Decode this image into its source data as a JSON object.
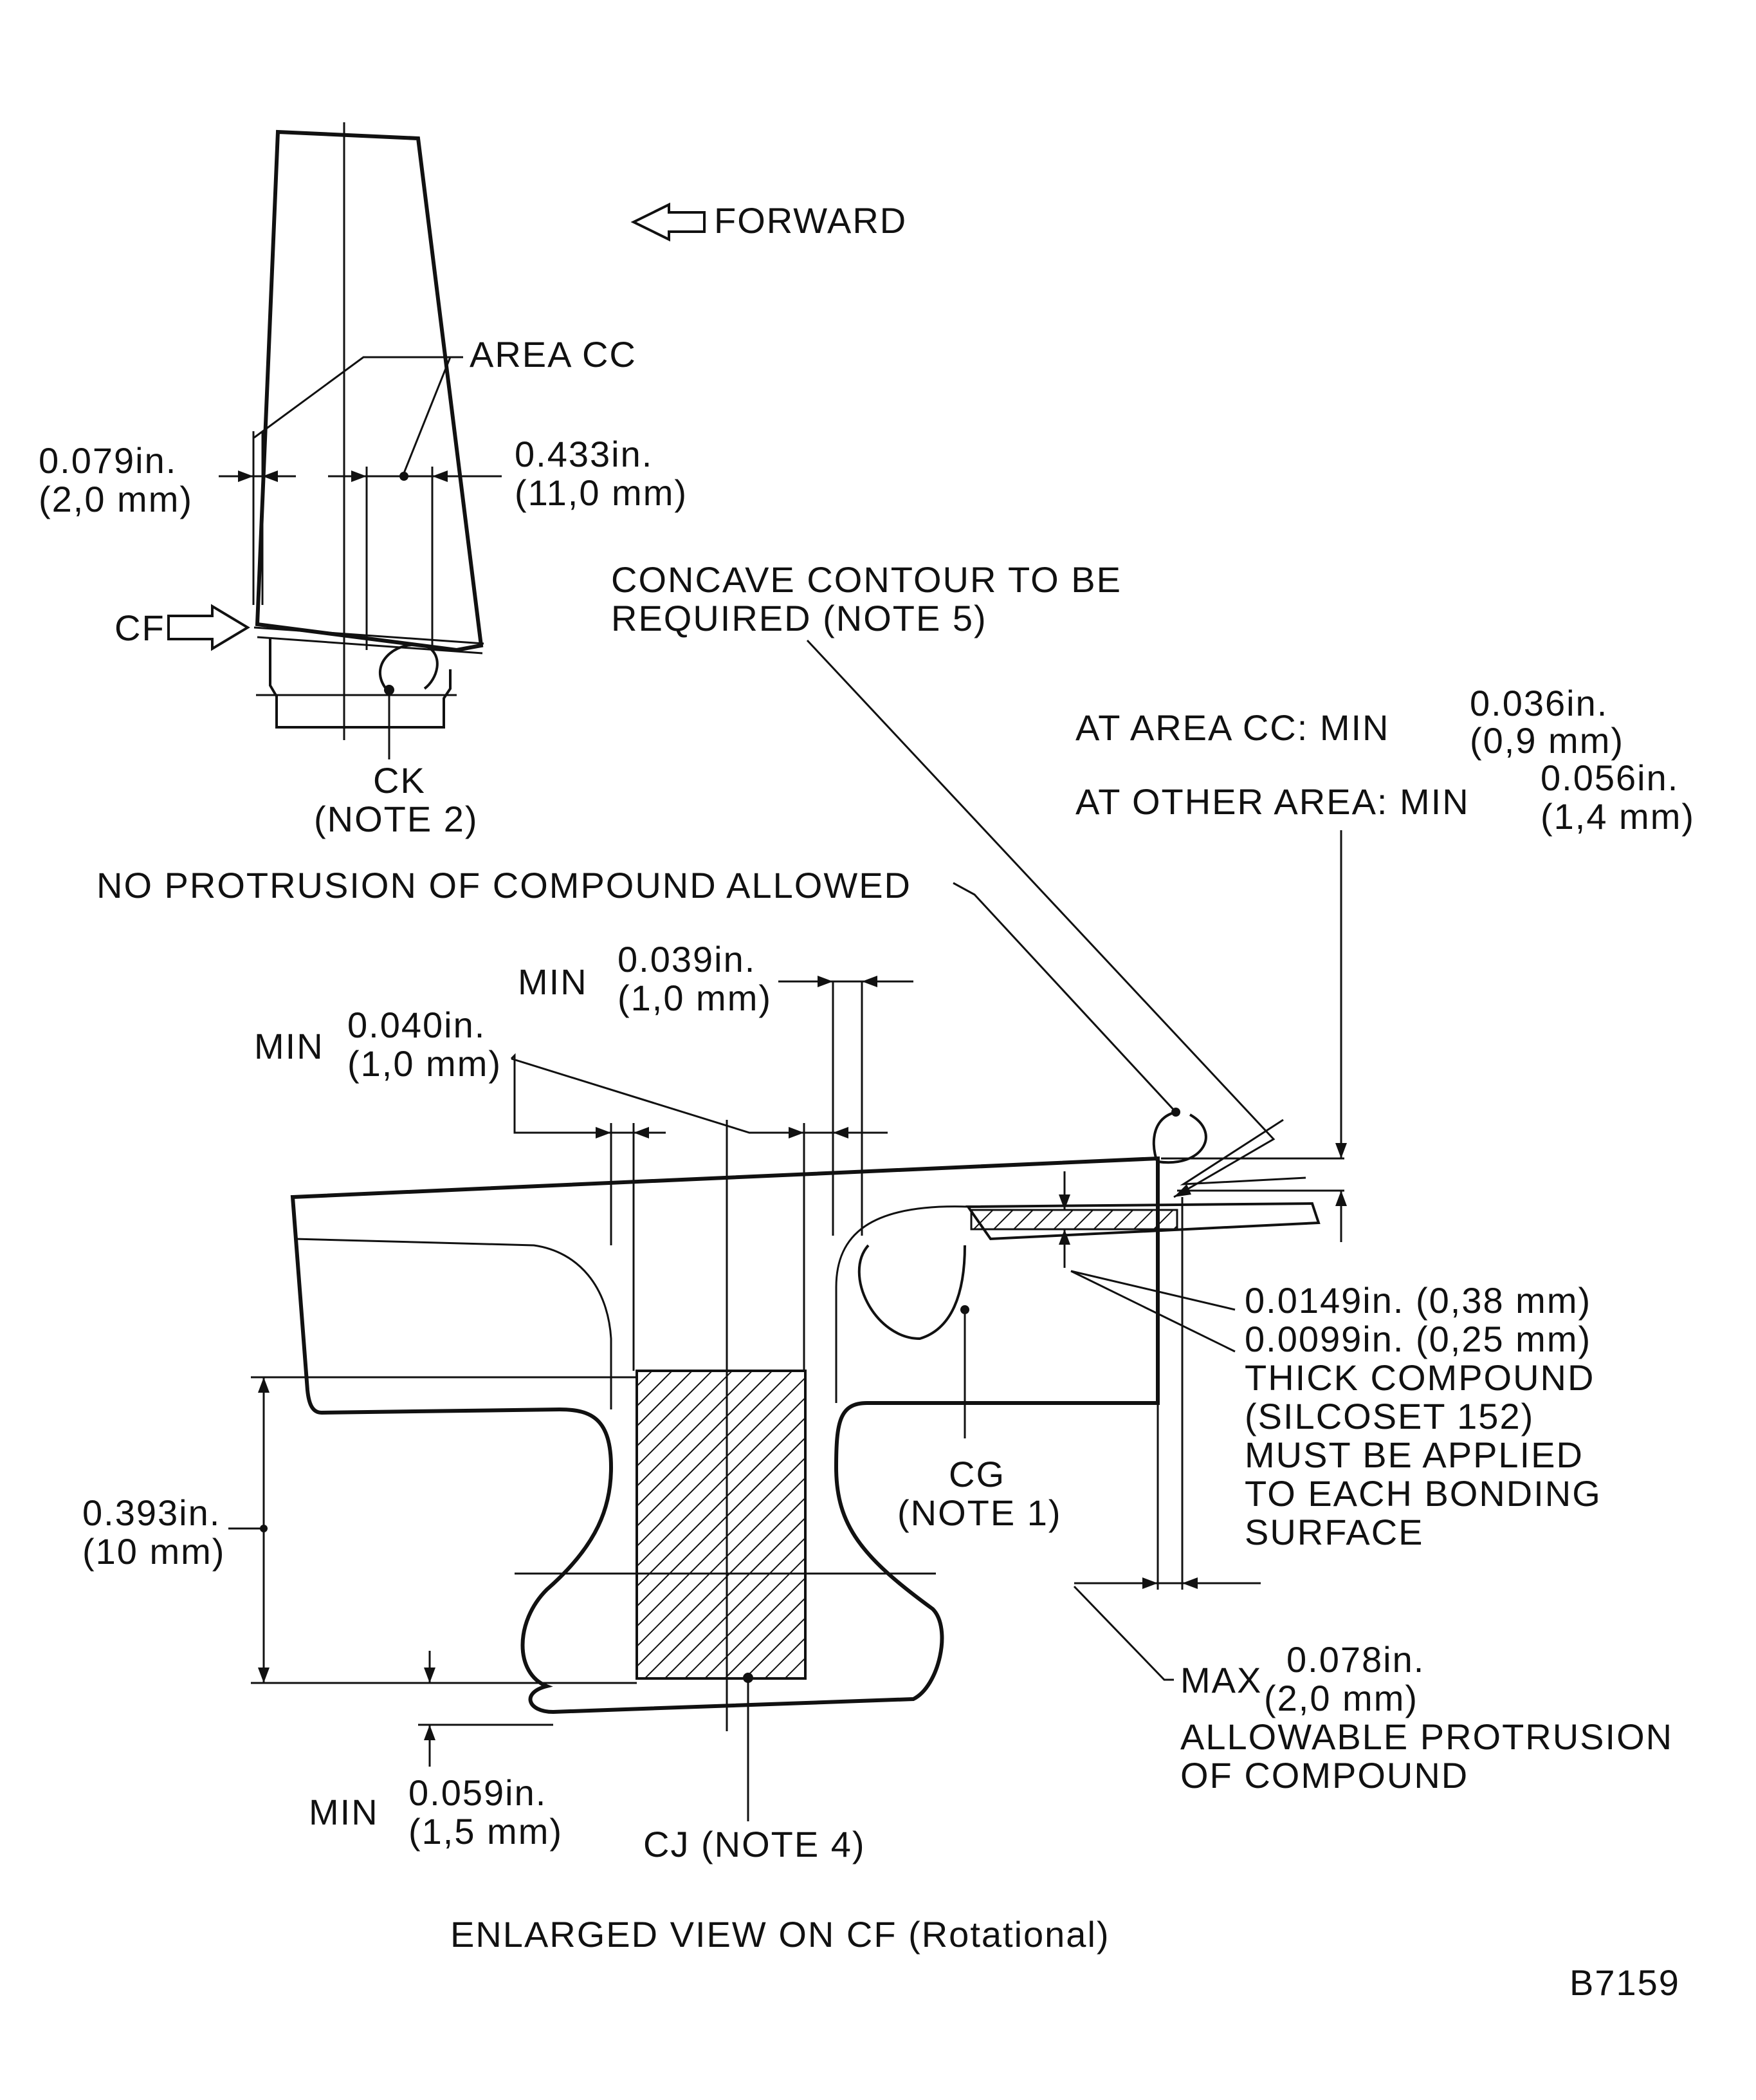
{
  "forward": "FORWARD",
  "area_cc": "AREA CC",
  "dim_079": {
    "in": "0.079in.",
    "mm": "(2,0 mm)"
  },
  "dim_433": {
    "in": "0.433in.",
    "mm": "(11,0 mm)"
  },
  "cf": "CF",
  "ck": {
    "ref": "CK",
    "note": "(NOTE 2)"
  },
  "concave": {
    "line1": "CONCAVE CONTOUR TO BE",
    "line2": "REQUIRED (NOTE 5)"
  },
  "area_cc_min": {
    "label": "AT AREA CC: MIN",
    "in": "0.036in.",
    "mm": "(0,9 mm)"
  },
  "other_min": {
    "label": "AT OTHER AREA: MIN",
    "in": "0.056in.",
    "mm": "(1,4 mm)"
  },
  "no_protrusion": "NO PROTRUSION OF COMPOUND ALLOWED",
  "min_039": {
    "min": "MIN",
    "in": "0.039in.",
    "mm": "(1,0 mm)"
  },
  "min_040": {
    "min": "MIN",
    "in": "0.040in.",
    "mm": "(1,0 mm)"
  },
  "compound": {
    "line1": "0.0149in. (0,38 mm)",
    "line2": "0.0099in. (0,25 mm)",
    "line3": "THICK COMPOUND",
    "line4": "(SILCOSET 152)",
    "line5": "MUST BE APPLIED",
    "line6": "TO EACH BONDING",
    "line7": "SURFACE"
  },
  "dim_393": {
    "in": "0.393in.",
    "mm": "(10 mm)"
  },
  "cg": {
    "ref": "CG",
    "note": "(NOTE 1)"
  },
  "max_078": {
    "max": "MAX",
    "in": "0.078in.",
    "mm": "(2,0 mm)",
    "line3": "ALLOWABLE PROTRUSION",
    "line4": "OF COMPOUND"
  },
  "min_059": {
    "min": "MIN",
    "in": "0.059in.",
    "mm": "(1,5 mm)"
  },
  "cj": "CJ (NOTE 4)",
  "view_title": "ENLARGED VIEW ON CF (Rotational)",
  "figure_id": "B7159"
}
